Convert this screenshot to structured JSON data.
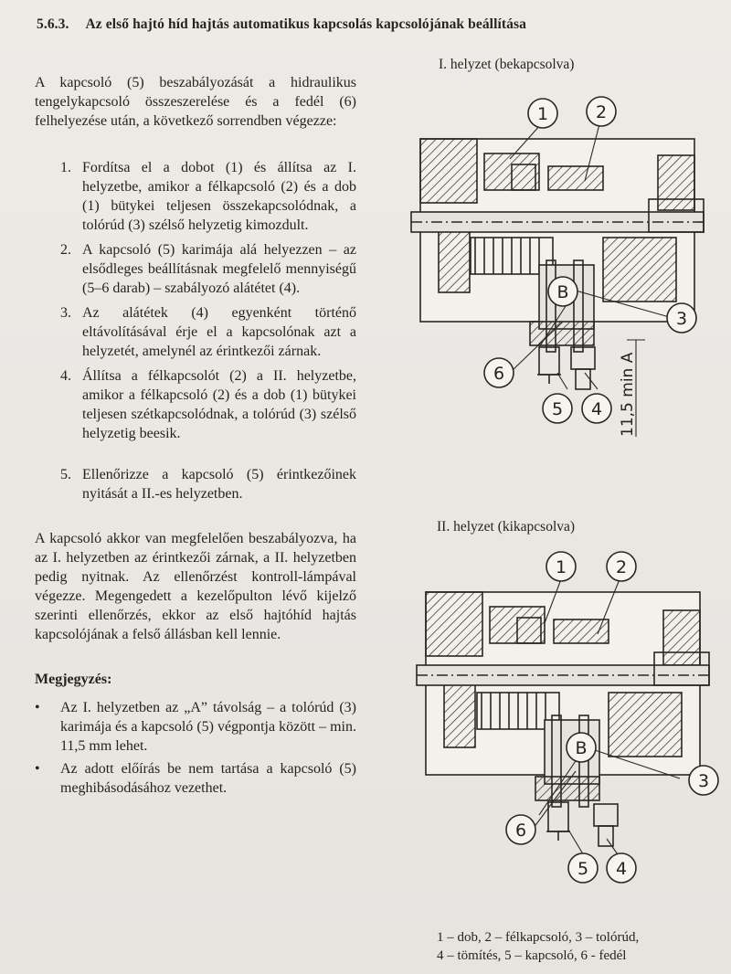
{
  "heading": {
    "number": "5.6.3.",
    "title": "Az első hajtó híd hajtás automatikus kapcsolás kapcsolójának beállítása"
  },
  "intro": "A kapcsoló (5) beszabályozását a hidraulikus tengelykapcsoló összeszerelése és a fedél (6) felhelyezése után, a következő sorrendben végezze:",
  "steps": [
    {
      "num": "1.",
      "text": "Fordítsa el a dobot (1) és állítsa az I. helyzetbe, amikor a félkapcsoló (2) és a dob (1) bütykei teljesen összekapcsolódnak, a tolórúd (3) szélső helyzetig kimozdult."
    },
    {
      "num": "2.",
      "text": "A kapcsoló (5) karimája alá helyezzen – az elsődleges beállításnak megfelelő mennyiségű (5–6 darab) – szabályozó alátétet (4)."
    },
    {
      "num": "3.",
      "text": "Az alátétek (4) egyenként történő eltávolításával érje el a kapcsolónak azt a helyzetét, amelynél az érintkezői zárnak."
    },
    {
      "num": "4.",
      "text": "Állítsa a félkapcsolót (2) a II. helyzetbe, amikor a félkapcsoló (2) és a dob (1) bütykei teljesen szétkapcsolódnak, a tolórúd (3) szélső helyzetig beesik."
    },
    {
      "num": "5.",
      "text": "Ellenőrizze a kapcsoló (5) érintkezőinek nyitását a II.-es helyzetben."
    }
  ],
  "summary": "A kapcsoló akkor van megfelelően beszabályozva, ha az I. helyzetben az érintkezői zárnak, a II. helyzetben pedig nyitnak. Az ellenőrzést kontroll-lámpával végezze. Megengedett a kezelőpulton lévő kijelző szerinti ellenőrzés, ekkor az első hajtóhíd hajtás kapcsolójának a felső állásban kell lennie.",
  "note_title": "Megjegyzés:",
  "notes": [
    {
      "bullet": "•",
      "text": "Az I. helyzetben az „A” távolság – a tolórúd (3) karimája és a kapcsoló (5) végpontja között – min. 11,5 mm lehet."
    },
    {
      "bullet": "•",
      "text": "Az adott előírás be nem tartása a kapcsoló (5) meghibásodásához vezethet."
    }
  ],
  "figures": [
    {
      "title": "I. helyzet (bekapcsolva)",
      "callouts": {
        "c1": "1",
        "c2": "2",
        "c3": "3",
        "c4": "4",
        "c5": "5",
        "c6": "6",
        "cb": "B"
      },
      "dimension": "11,5 min A"
    },
    {
      "title": "II. helyzet (kikapcsolva)",
      "callouts": {
        "c1": "1",
        "c2": "2",
        "c3": "3",
        "c4": "4",
        "c5": "5",
        "c6": "6",
        "cb": "B"
      }
    }
  ],
  "legend": {
    "line1": "1 – dob, 2 – félkapcsoló, 3 – tolórúd,",
    "line2": "4 – tömítés, 5 – kapcsoló, 6 - fedél"
  },
  "colors": {
    "ink": "#26231f",
    "paper": "#e9e7e2"
  }
}
